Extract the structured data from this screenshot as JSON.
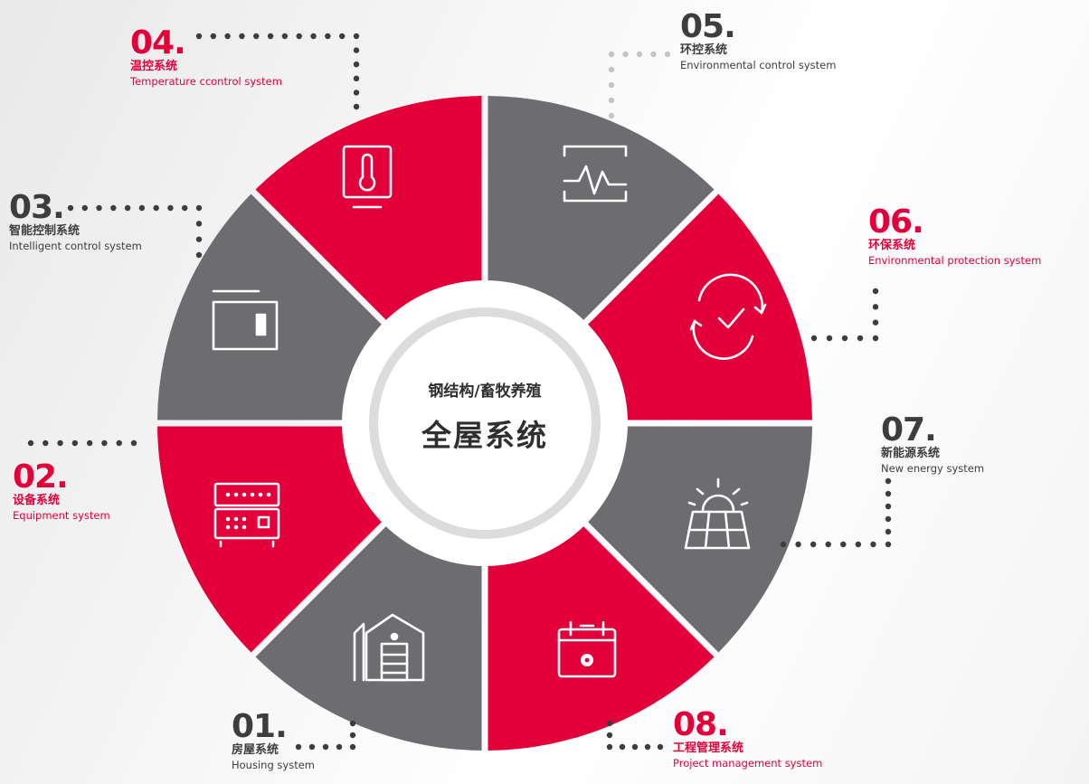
{
  "center": {
    "subtitle": "钢结构/畜牧养殖",
    "title": "全屋系统"
  },
  "colors": {
    "red": "#e3003a",
    "gray": "#6d6d71",
    "dots_gray": "#c4c4c6",
    "dots_dark": "#3d3d3f"
  },
  "systems": [
    {
      "number": "01.",
      "cn": "房屋系统",
      "en": "Housing system",
      "icon": "warehouse-icon",
      "color": "gray"
    },
    {
      "number": "02.",
      "cn": "设备系统",
      "en": "Equipment system",
      "icon": "equipment-panel-icon",
      "color": "red"
    },
    {
      "number": "03.",
      "cn": "智能控制系统",
      "en": "Intelligent control system",
      "icon": "control-window-icon",
      "color": "gray"
    },
    {
      "number": "04.",
      "cn": "温控系统",
      "en": "Temperature ccontrol system",
      "icon": "thermometer-icon",
      "color": "red"
    },
    {
      "number": "05.",
      "cn": "环控系统",
      "en": "Environmental control system",
      "icon": "waveform-monitor-icon",
      "color": "gray"
    },
    {
      "number": "06.",
      "cn": "环保系统",
      "en": "Environmental protection system",
      "icon": "recycle-check-icon",
      "color": "red"
    },
    {
      "number": "07.",
      "cn": "新能源系统",
      "en": "New energy system",
      "icon": "solar-panel-icon",
      "color": "gray"
    },
    {
      "number": "08.",
      "cn": "工程管理系统",
      "en": "Project management system",
      "icon": "calendar-gear-icon",
      "color": "red"
    }
  ]
}
